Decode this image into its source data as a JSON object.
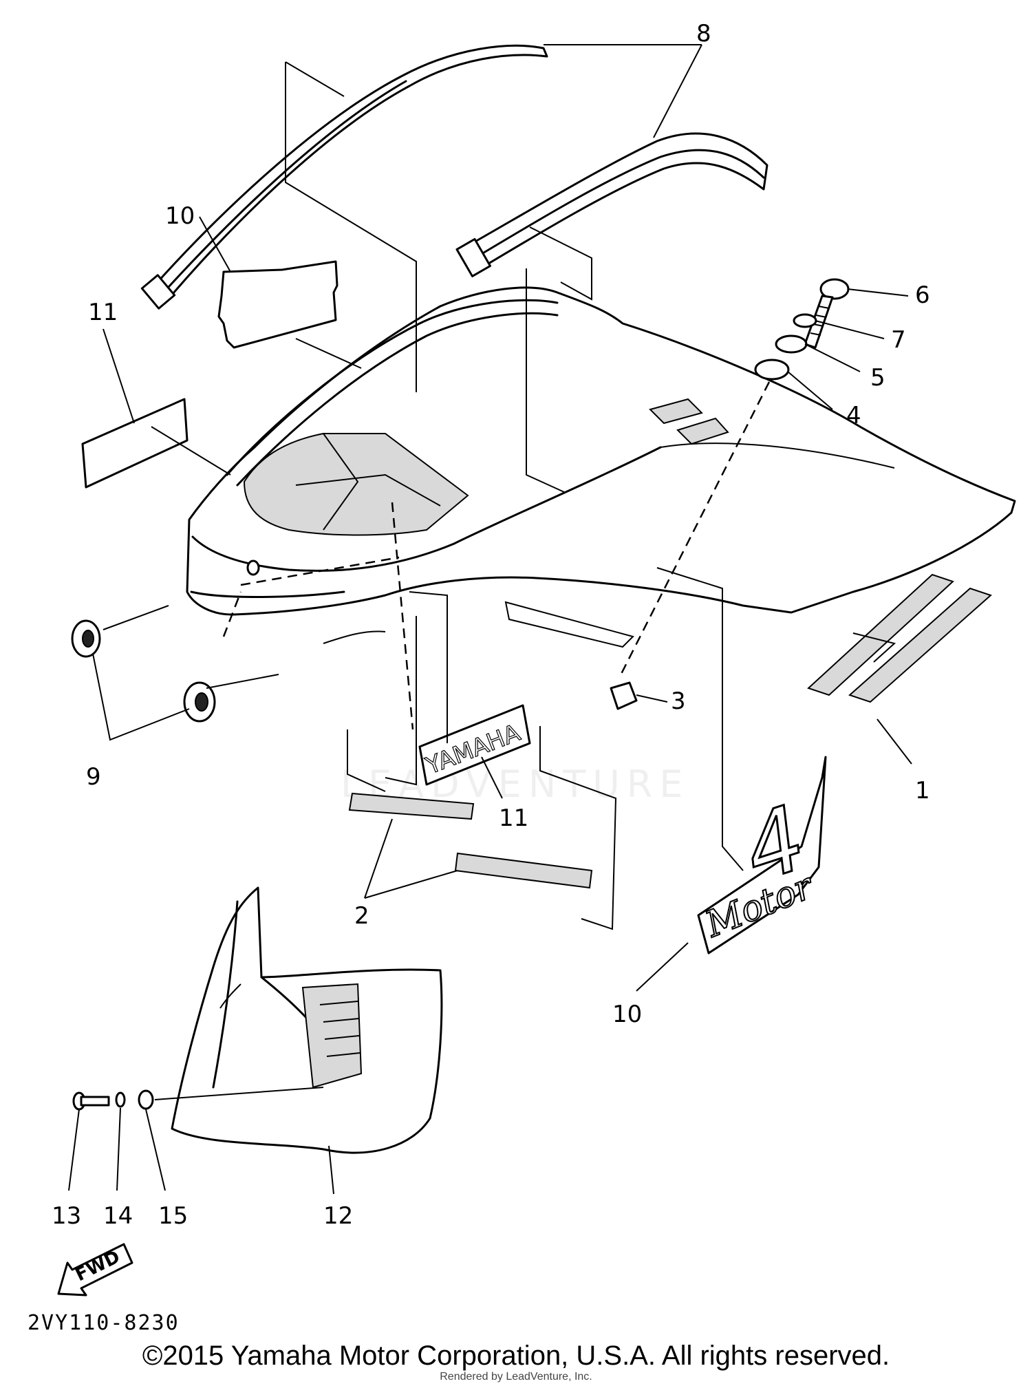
{
  "diagram": {
    "callouts": [
      "1",
      "2",
      "3",
      "4",
      "5",
      "6",
      "7",
      "8",
      "9",
      "10",
      "10",
      "11",
      "11",
      "11",
      "12",
      "13",
      "14",
      "15"
    ],
    "decals": {
      "yamaha": "YAMAHA",
      "motor": "Motor",
      "model": "4",
      "fwd": "FWD"
    },
    "watermark": "LEADVENTURE",
    "code": "2VY110-8230"
  },
  "footer": {
    "copyright": "©2015 Yamaha Motor Corporation, U.S.A. All rights reserved.",
    "rendered_by": "Rendered by LeadVenture, Inc."
  }
}
